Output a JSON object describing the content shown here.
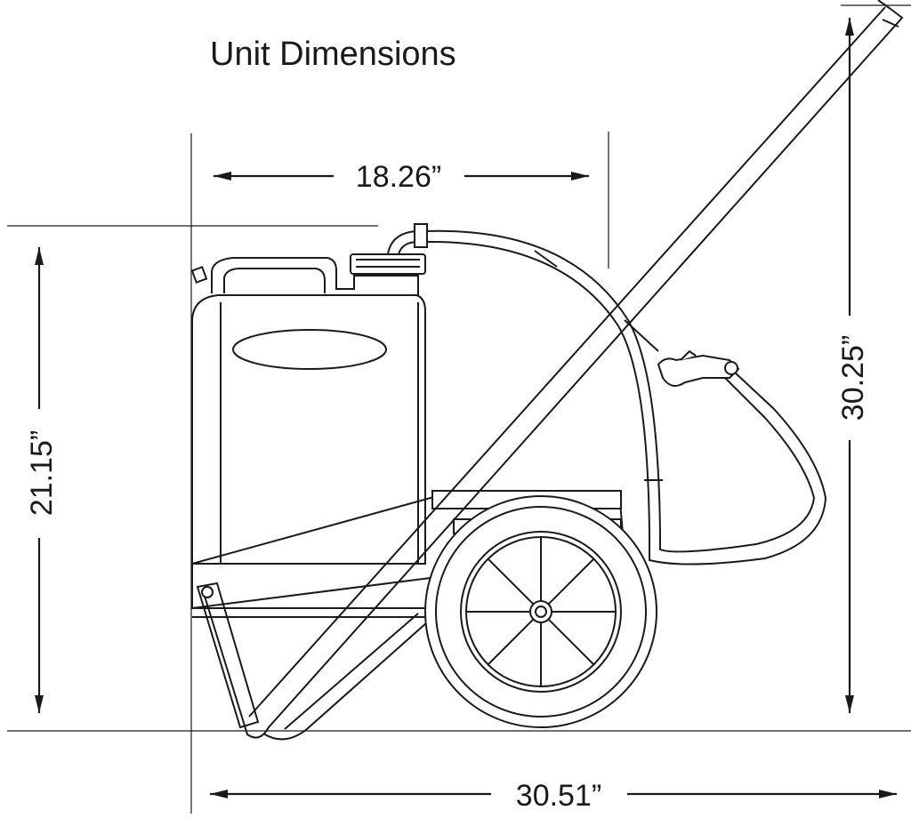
{
  "title": "Unit Dimensions",
  "dimensions": {
    "width_tank": "18.26”",
    "height_tank": "21.15”",
    "height_overall": "30.25”",
    "length_overall": "30.51”"
  },
  "colors": {
    "line": "#1a1a1a",
    "background": "#ffffff"
  }
}
